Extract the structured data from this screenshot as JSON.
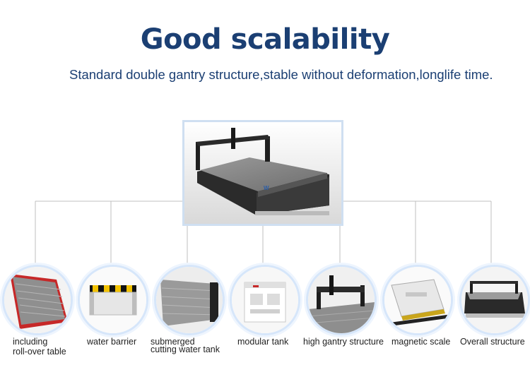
{
  "header": {
    "title": "Good scalability",
    "subtitle": "Standard double gantry structure,stable without deformation,longlife time."
  },
  "hero": {
    "icon": "waterjet-machine-image",
    "brand_colour": "#2d5fa8"
  },
  "features": [
    {
      "label_line1": "including",
      "label_line2": "roll-over table",
      "icon": "roll-over-table-image"
    },
    {
      "label_line1": "water barrier",
      "label_line2": "",
      "icon": "water-barrier-image"
    },
    {
      "label_line1": "submerged",
      "label_line2": "cutting water tank",
      "icon": "water-tank-image"
    },
    {
      "label_line1": "modular tank",
      "label_line2": "",
      "icon": "modular-tank-image"
    },
    {
      "label_line1": "high gantry structure",
      "label_line2": "",
      "icon": "gantry-image"
    },
    {
      "label_line1": "magnetic scale",
      "label_line2": "",
      "icon": "magnetic-scale-image"
    },
    {
      "label_line1": "Overall structure",
      "label_line2": "",
      "icon": "overall-machine-image"
    }
  ],
  "colors": {
    "title": "#1b3f73",
    "circle_border": "#d6e6fa",
    "connector": "#bfbfbf"
  }
}
